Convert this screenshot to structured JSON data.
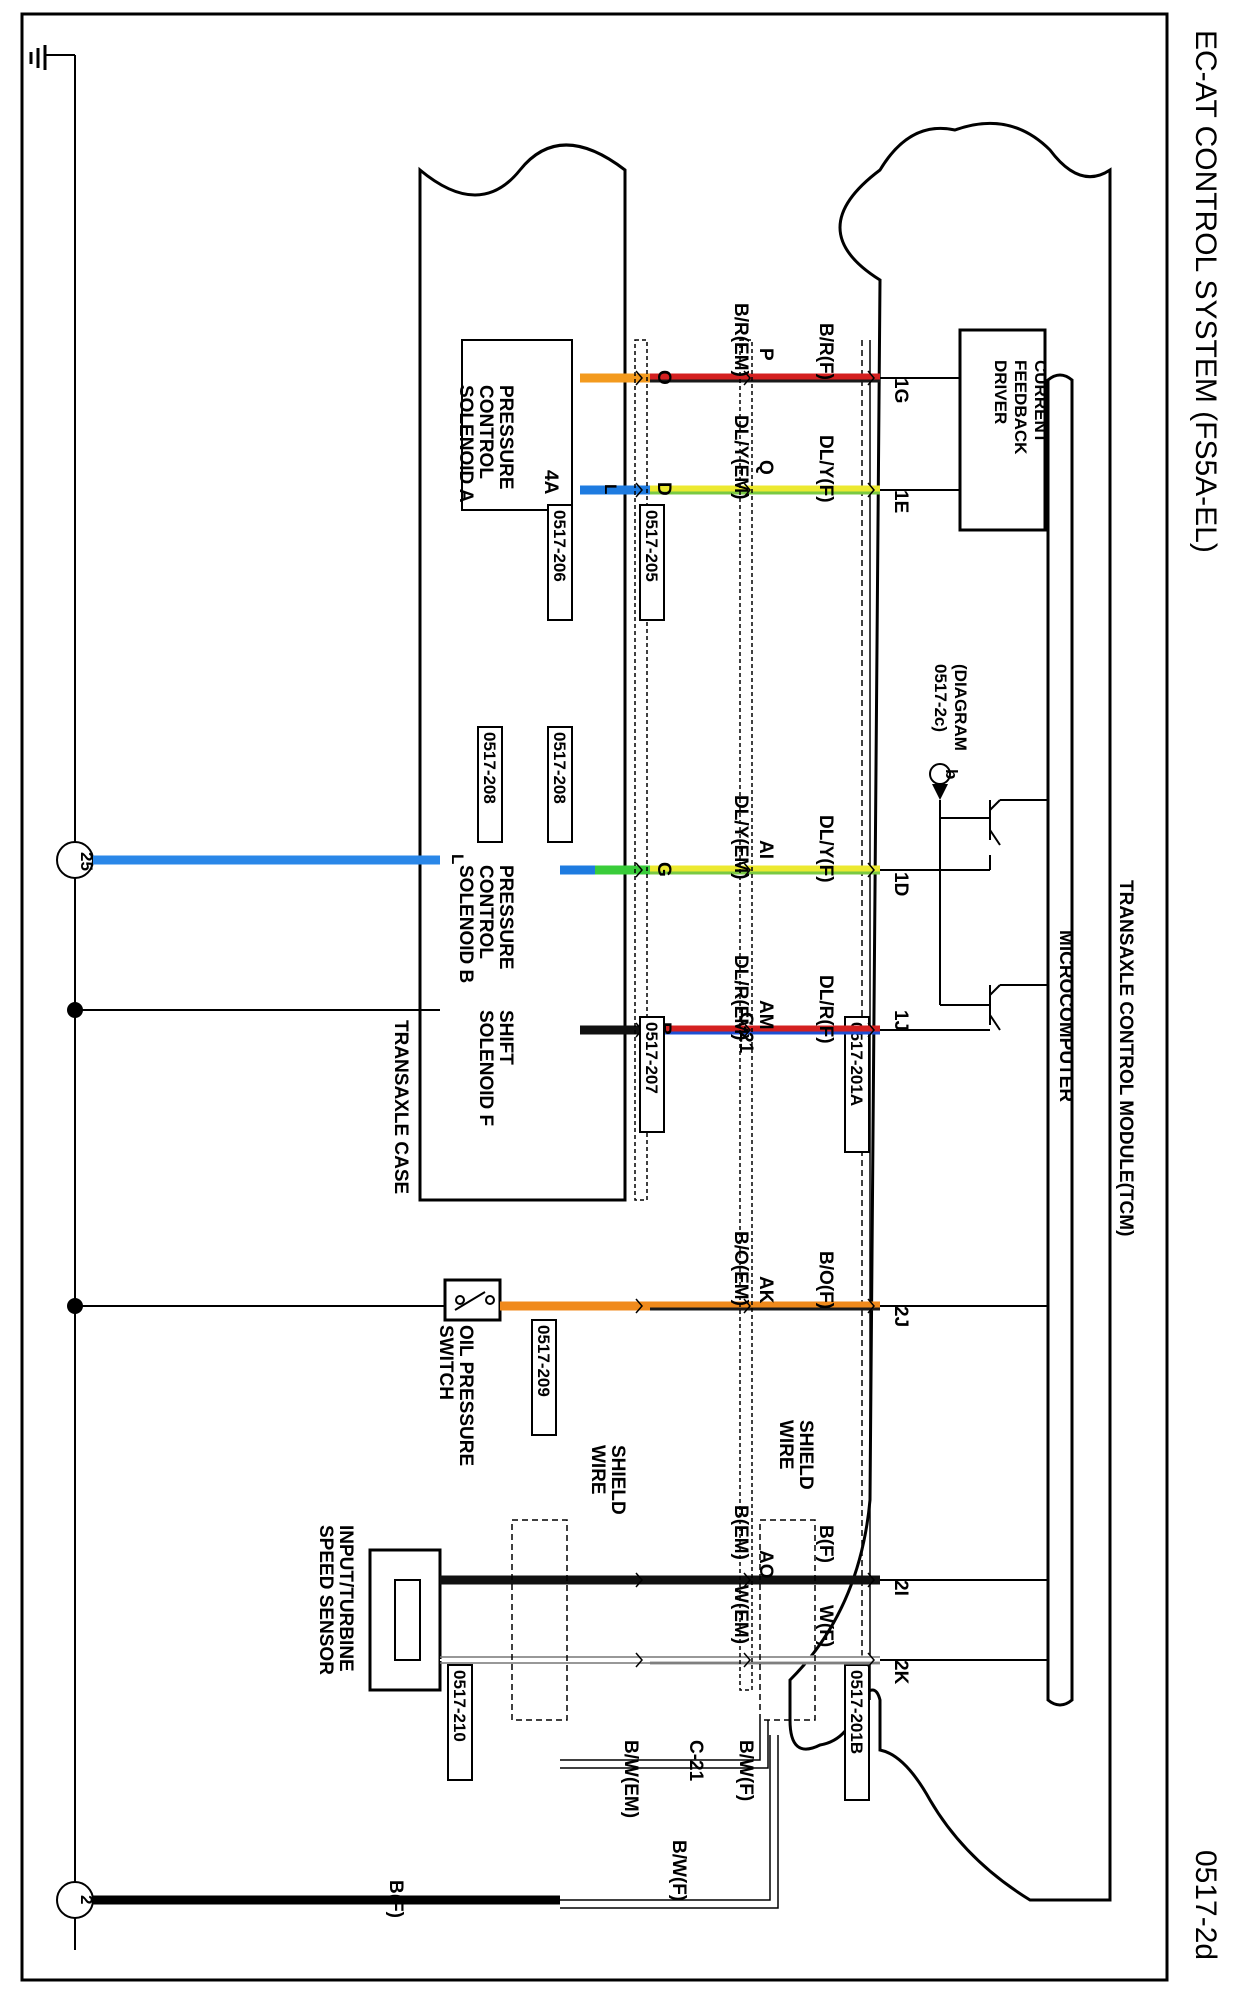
{
  "title": "EC-AT CONTROL SYSTEM (FS5A-EL)",
  "page_code": "0517-2d",
  "tcm": {
    "module_label": "TRANSAXLE CONTROL MODULE(TCM)",
    "microcomputer_label": "MICROCOMPUTER",
    "driver_label": [
      "CURRENT",
      "FEEDBACK",
      "DRIVER"
    ],
    "diagram_ref": [
      "(DIAGRAM",
      "0517-2c)"
    ],
    "diagram_ref_marker": "b"
  },
  "terminals": [
    "1G",
    "1E",
    "1D",
    "1J",
    "2J",
    "2I",
    "2K"
  ],
  "tcm_connectors": [
    "0517-201A",
    "0517-201B"
  ],
  "intermediate_connectors": [
    "0517-205",
    "0517-207",
    "0517-206",
    "0517-208",
    "0517-208",
    "0517-209",
    "0517-210"
  ],
  "junction_label": "C-21",
  "wires": [
    {
      "terminal": "1G",
      "colors": [
        "#d42020",
        "#1a1a1a"
      ],
      "f": "B/R(F)",
      "pin": "P",
      "em": "B/R(EM)",
      "case_pin": "O",
      "case_color": "#f39a1e",
      "sol_pin": "",
      "sol_color": "#f39a1e"
    },
    {
      "terminal": "1E",
      "colors": [
        "#ece930",
        "#7ac943"
      ],
      "f": "DL/Y(F)",
      "pin": "Q",
      "em": "DL/Y(EM)",
      "case_pin": "D",
      "case_color": "#1e7be0",
      "sol_pin": "L",
      "sol_color": "#1e7be0"
    },
    {
      "terminal": "1D",
      "colors": [
        "#ece930",
        "#7ac943"
      ],
      "f": "DL/Y(F)",
      "pin": "AI",
      "em": "DL/Y(EM)",
      "case_pin": "G",
      "case_color": "#39cc3a",
      "sol_pin": "L",
      "sol_color": "#1e7be0"
    },
    {
      "terminal": "1J",
      "colors": [
        "#d42020",
        "#1e4fd4"
      ],
      "f": "DL/R(F)",
      "pin": "AM",
      "em": "DL/R(EM)",
      "case_pin": "B",
      "case_color": "#111111",
      "sol_pin": "",
      "sol_color": "#111111"
    },
    {
      "terminal": "2J",
      "colors": [
        "#f08a1c",
        "#1a1a1a"
      ],
      "f": "B/O(F)",
      "pin": "AK",
      "em": "B/O(EM)",
      "case_pin": "",
      "case_color": "#f08a1c",
      "sol_pin": "",
      "sol_color": "#f08a1c"
    },
    {
      "terminal": "2I",
      "colors": [
        "#111111",
        "#111111"
      ],
      "f": "B(F)",
      "pin": "AO",
      "em": "B(EM)",
      "case_pin": "",
      "case_color": "#111111",
      "sol_pin": "",
      "sol_color": "#111111"
    },
    {
      "terminal": "2K",
      "colors": [
        "#ffffff",
        "#999999"
      ],
      "f": "W(F)",
      "pin": "",
      "em": "W(EM)",
      "case_pin": "",
      "case_color": "#ffffff",
      "sol_pin": "",
      "sol_color": "#ffffff"
    }
  ],
  "shield": {
    "label": [
      "SHIELD",
      "WIRE"
    ],
    "f_wire": "B/W(F)",
    "em_wire": "B/W(EM)",
    "ground_wire_bw": "B/W(F)",
    "ground_wire_b": "B(F)"
  },
  "components": {
    "pcs_a": [
      "PRESSURE",
      "CONTROL",
      "SOLENOID A"
    ],
    "pcs_a_pin": "4A",
    "pcs_b": [
      "PRESSURE",
      "CONTROL",
      "SOLENOID B"
    ],
    "shift_f": [
      "SHIFT",
      "SOLENOID F"
    ],
    "oil_switch": [
      "OIL PRESSURE",
      "SWITCH"
    ],
    "speed_sensor": [
      "INPUT/TURBINE",
      "SPEED SENSOR"
    ],
    "case_label": "TRANSAXLE CASE"
  },
  "ground_refs": [
    "25",
    "2"
  ]
}
